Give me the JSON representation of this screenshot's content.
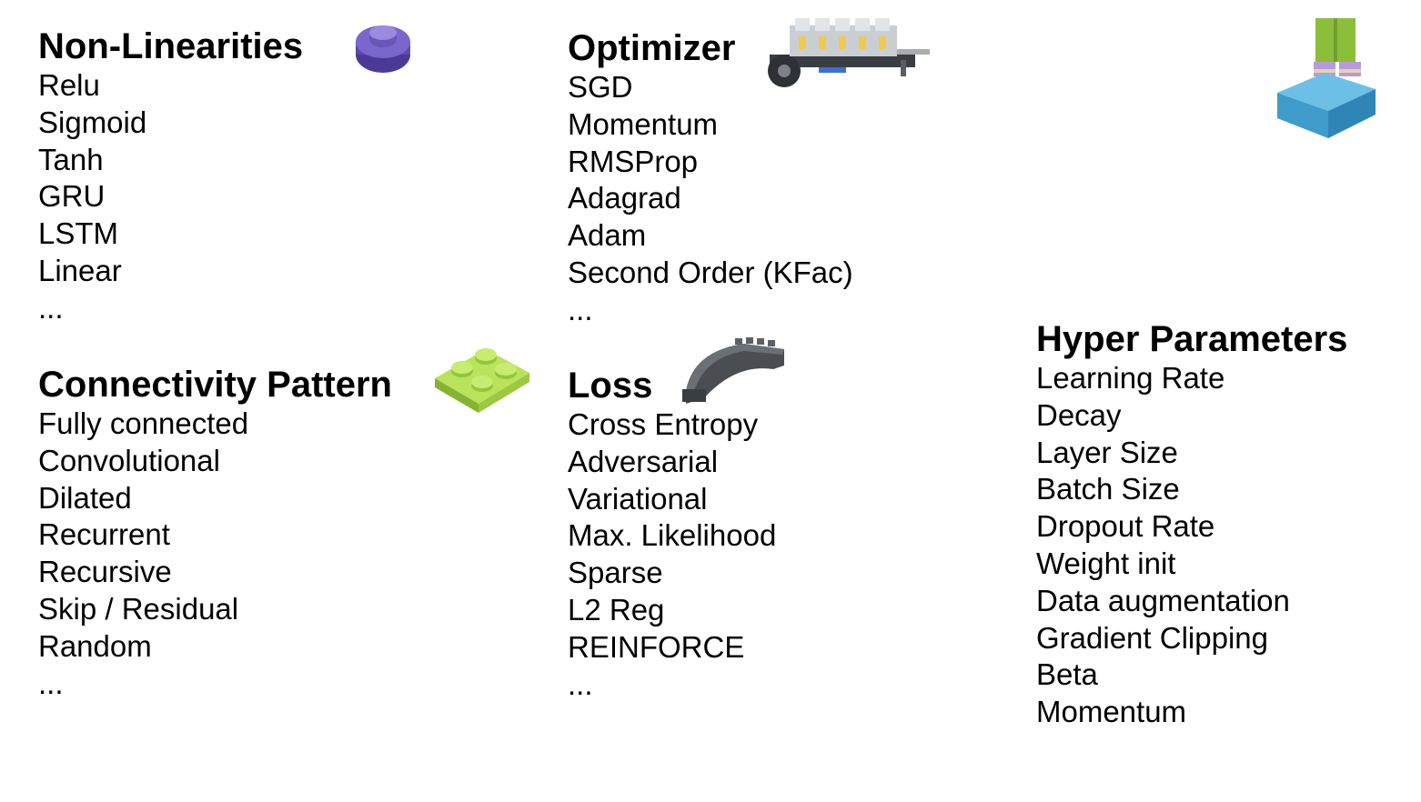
{
  "sections": {
    "nonlinearities": {
      "title": "Non-Linearities",
      "items": [
        "Relu",
        "Sigmoid",
        "Tanh",
        "GRU",
        "LSTM",
        "Linear",
        "..."
      ],
      "icon": "round-purple-lego-brick-icon",
      "icon_color": "#6a55b8"
    },
    "connectivity": {
      "title": "Connectivity Pattern",
      "items": [
        "Fully connected",
        "Convolutional",
        "Dilated",
        "Recurrent",
        "Recursive",
        "Skip / Residual",
        "Random",
        "..."
      ],
      "icon": "green-lego-plate-icon",
      "icon_color": "#a6d544"
    },
    "optimizer": {
      "title": "Optimizer",
      "items": [
        "SGD",
        "Momentum",
        "RMSProp",
        "Adagrad",
        "Adam",
        "Second Order (KFac)",
        "..."
      ],
      "icon": "lego-technic-engine-icon",
      "icon_color": "#9aa0a6"
    },
    "loss": {
      "title": "Loss",
      "items": [
        "Cross Entropy",
        "Adversarial",
        "Variational",
        "Max. Likelihood",
        "Sparse",
        "L2 Reg",
        "REINFORCE",
        "..."
      ],
      "icon": "dark-lego-arch-icon",
      "icon_color": "#4a4e52"
    },
    "hyperparameters": {
      "title": "Hyper Parameters",
      "items": [
        "Learning Rate",
        "Decay",
        "Layer Size",
        "Batch Size",
        "Dropout Rate",
        "Weight init",
        "Data augmentation",
        "Gradient Clipping",
        "Beta",
        "Momentum"
      ],
      "icon": "lego-minifigure-on-blue-brick-icon",
      "icon_color": "#4aa0cf"
    }
  }
}
